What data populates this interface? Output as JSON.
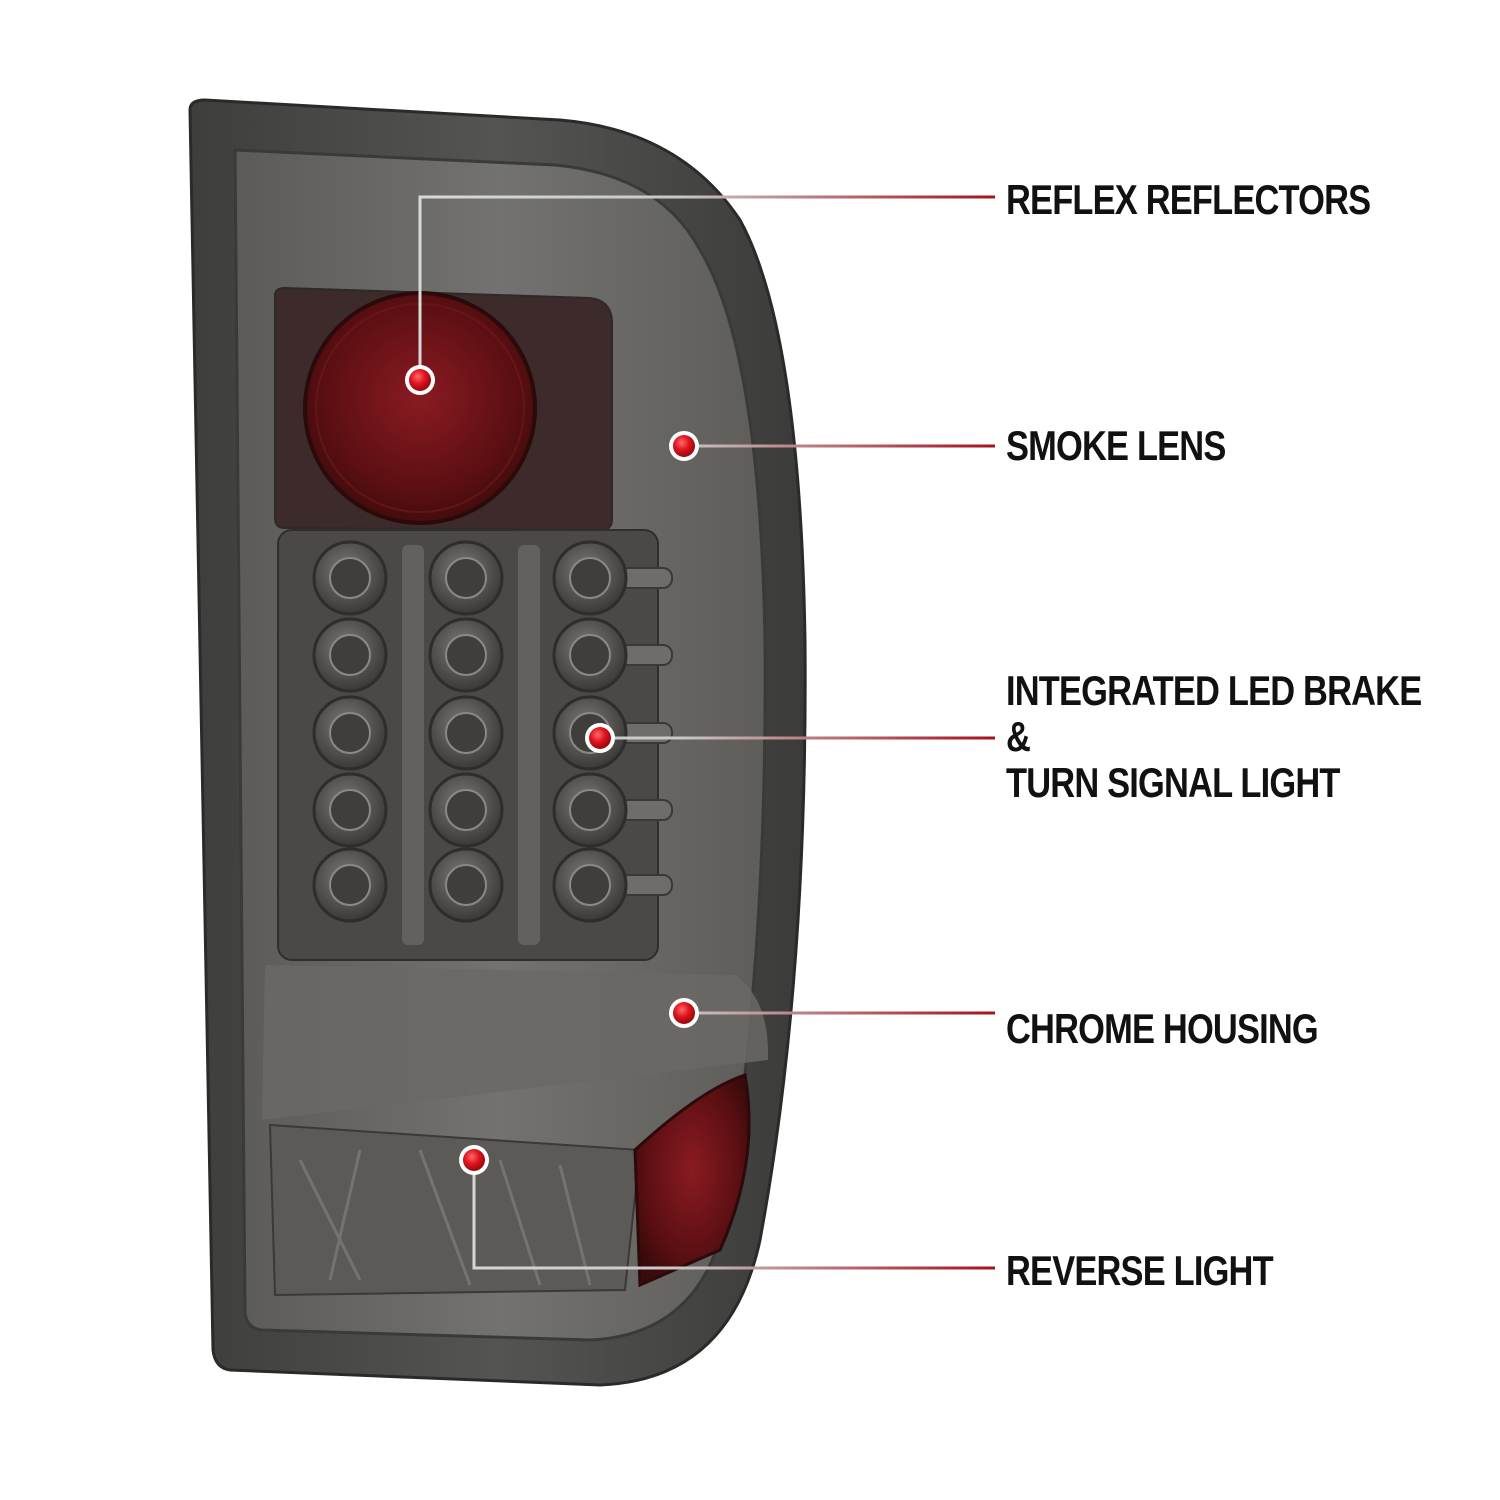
{
  "callouts": {
    "reflex_reflectors": "REFLEX REFLECTORS",
    "smoke_lens": "SMOKE LENS",
    "led_line1": "INTEGRATED LED BRAKE",
    "led_line2": "&",
    "led_line3": "TURN SIGNAL LIGHT",
    "chrome_housing": "CHROME HOUSING",
    "reverse_light": "REVERSE LIGHT"
  },
  "colors": {
    "marker": "#e0141e",
    "leader_line": "#a6121c",
    "housing": "#4a4a48",
    "lens_smoke": "#6b6a66",
    "reflector_red": "#5a0f12",
    "text": "#111111"
  }
}
